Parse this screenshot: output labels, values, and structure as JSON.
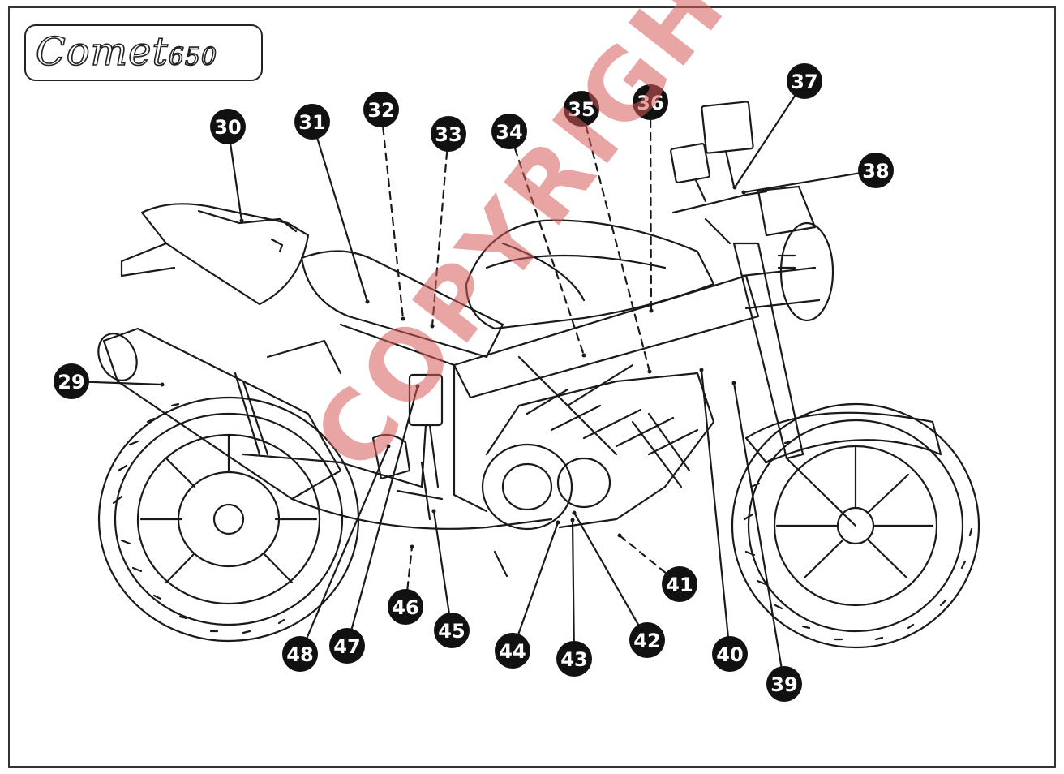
{
  "logo": {
    "brand": "Comet",
    "model": "650"
  },
  "watermark": "COPYRIGHTED",
  "colors": {
    "line": "#1a1a1a",
    "callout_fill": "#111111",
    "watermark": "#d75a5a"
  },
  "callouts": [
    "29",
    "30",
    "31",
    "32",
    "33",
    "34",
    "35",
    "36",
    "37",
    "38",
    "39",
    "40",
    "41",
    "42",
    "43",
    "44",
    "45",
    "46",
    "47",
    "48"
  ]
}
